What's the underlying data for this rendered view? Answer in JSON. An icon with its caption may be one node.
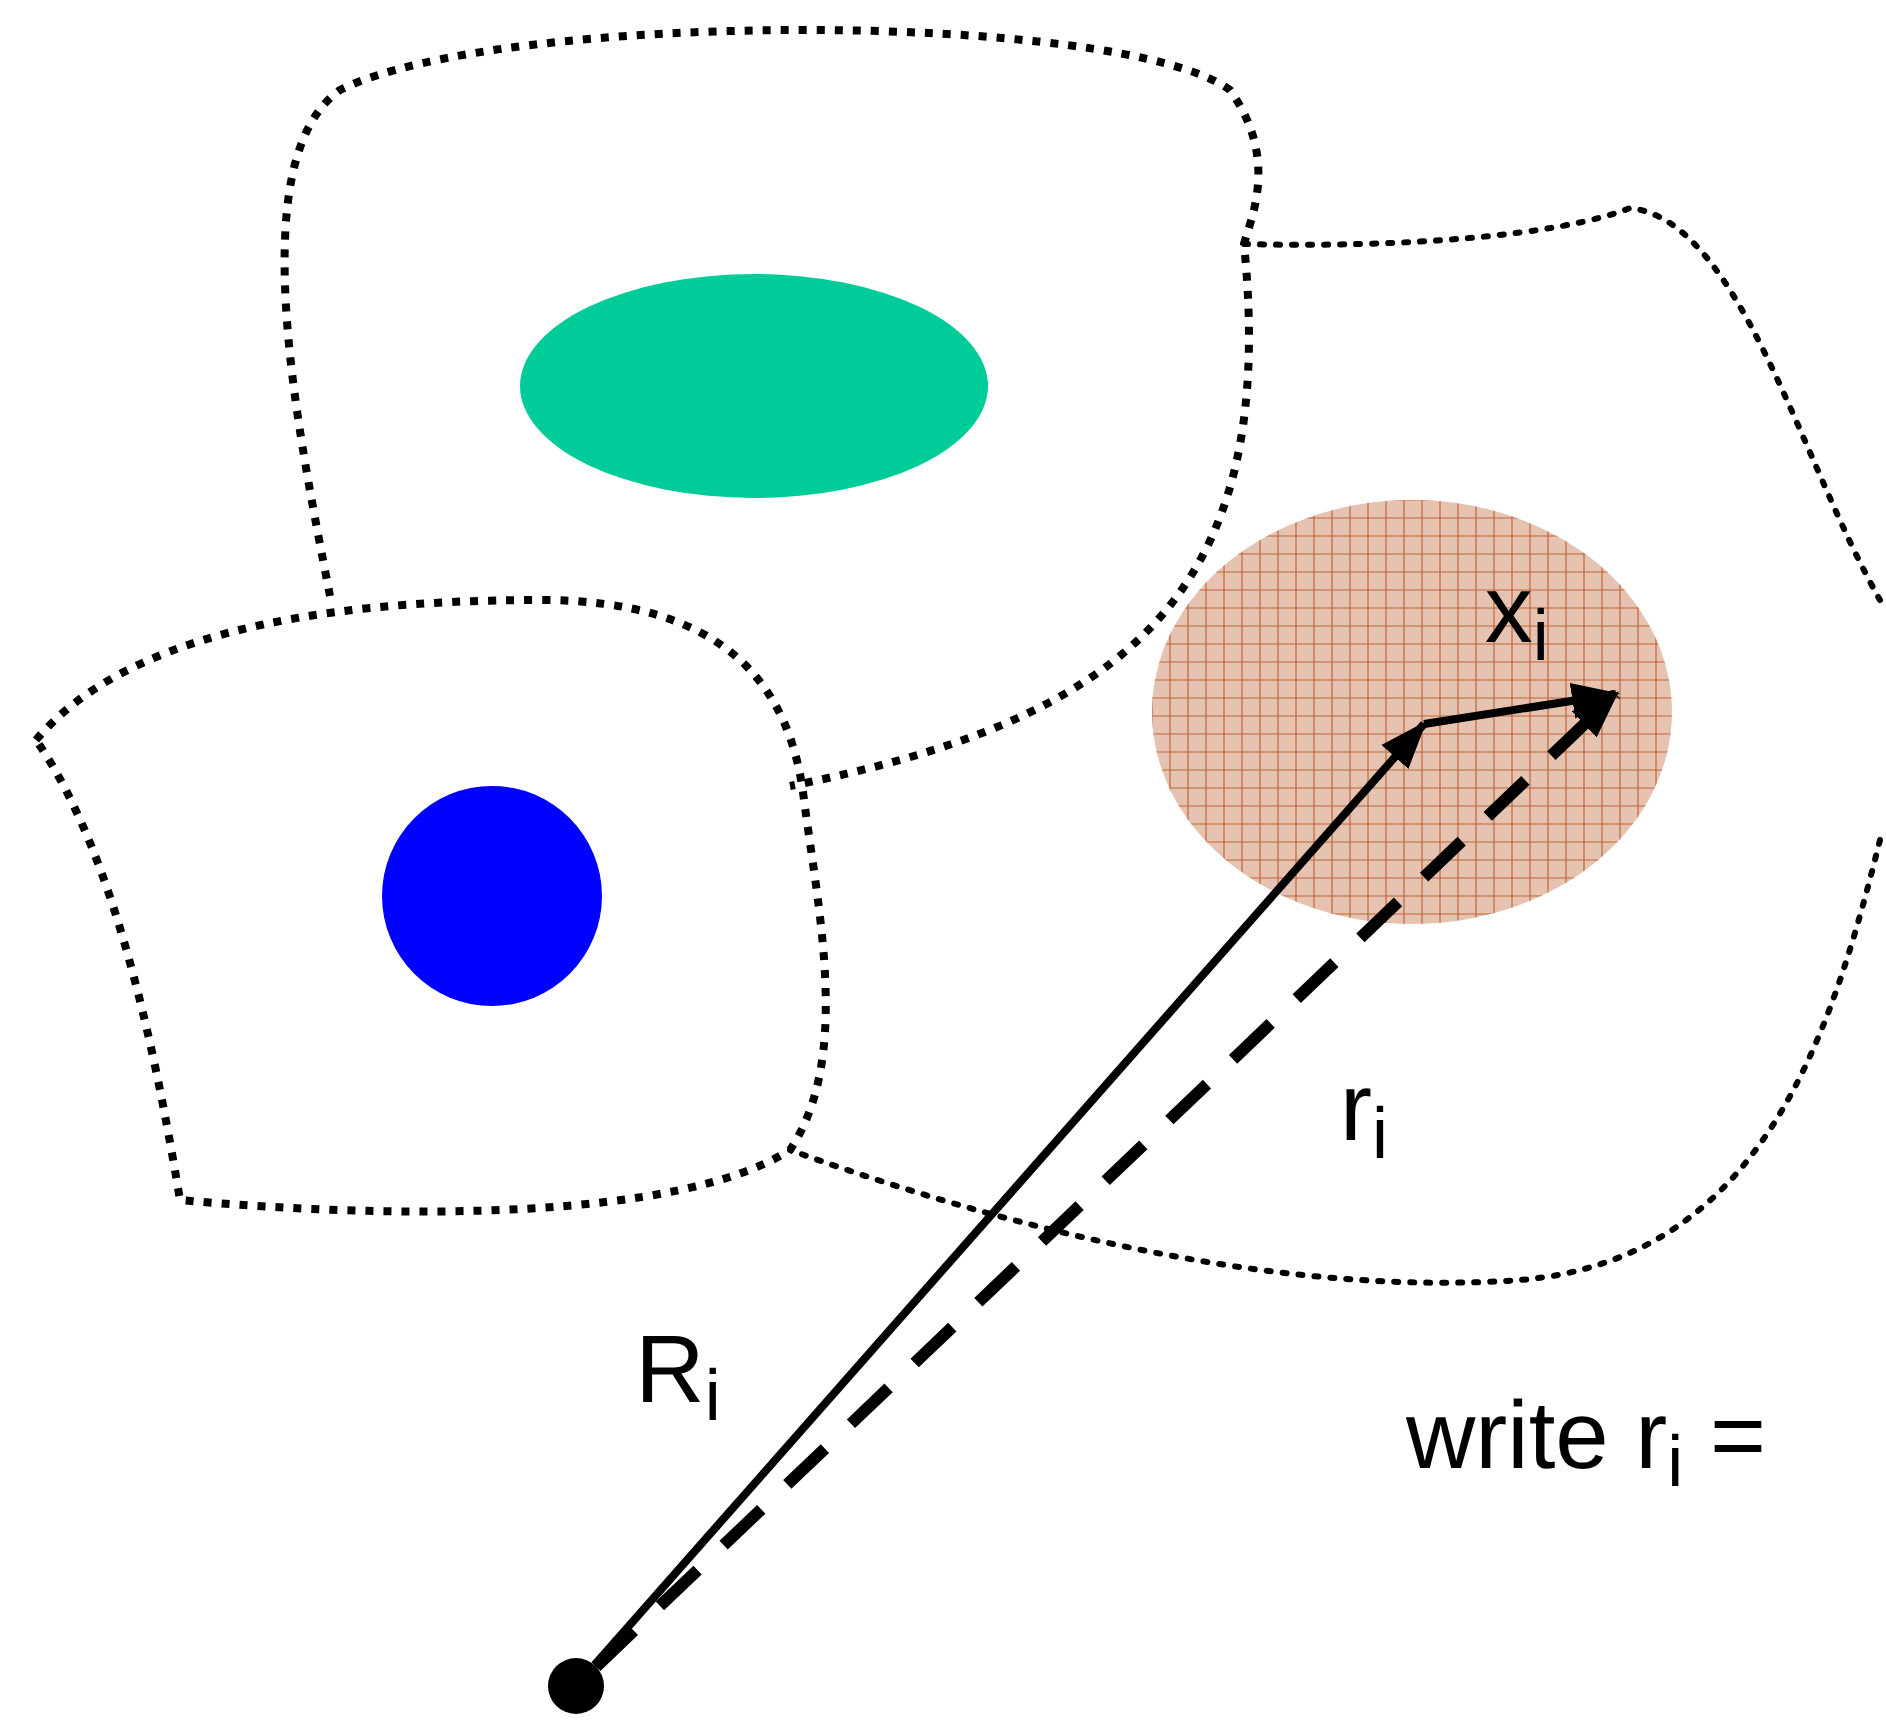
{
  "diagram": {
    "nodes": [
      {
        "text": [],
        "shape": "ellipse"
      },
      {
        "text": [],
        "shape": "ellipse"
      },
      {
        "text": [],
        "shape": "circle"
      },
      {
        "text": [],
        "shape": "circle"
      }
    ],
    "edges": [
      {
        "from": 3,
        "to": 1,
        "arrow": "to",
        "label": "R$_{i}$"
      },
      {
        "from": 3,
        "to": 1,
        "arrow": "to",
        "label": "r$_{i}$",
        "style": "dashed"
      },
      {
        "from": 1,
        "to": 1,
        "arrow": "to",
        "label": "x$_{i}$"
      }
    ],
    "labels": [
      "write r$_{i}$ ="
    ]
  }
}
